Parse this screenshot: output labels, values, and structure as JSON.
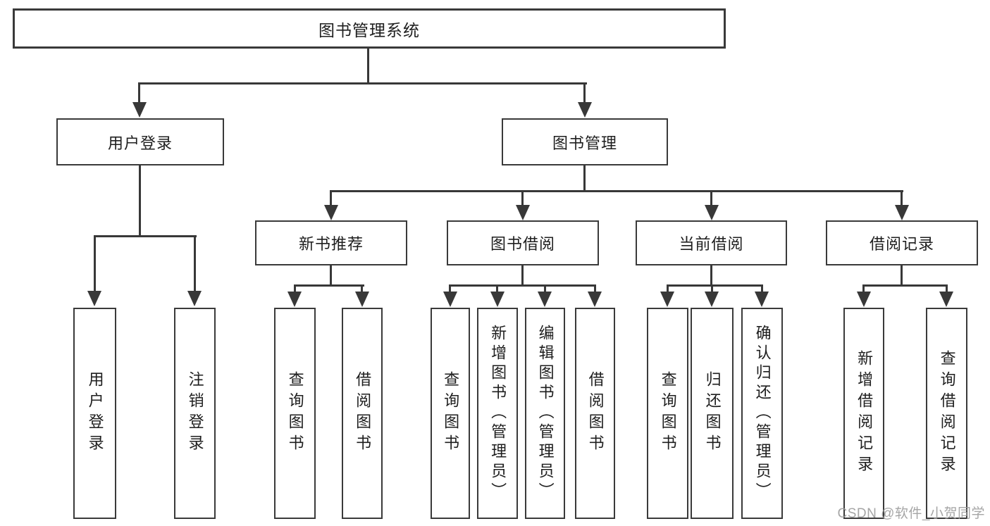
{
  "diagram": {
    "type": "hierarchy-tree",
    "root": {
      "label": "图书管理系统"
    },
    "level2": [
      {
        "id": "user-login",
        "label": "用户登录",
        "parent": "root"
      },
      {
        "id": "book-management",
        "label": "图书管理",
        "parent": "root"
      }
    ],
    "level3": [
      {
        "id": "new-book-recommend",
        "label": "新书推荐",
        "parent": "book-management"
      },
      {
        "id": "book-borrow",
        "label": "图书借阅",
        "parent": "book-management"
      },
      {
        "id": "current-borrow",
        "label": "当前借阅",
        "parent": "book-management"
      },
      {
        "id": "borrow-records",
        "label": "借阅记录",
        "parent": "book-management"
      }
    ],
    "leaves": [
      {
        "id": "leaf-user-login",
        "label": "用户登录",
        "parent": "user-login"
      },
      {
        "id": "leaf-logout",
        "label": "注销登录",
        "parent": "user-login"
      },
      {
        "id": "leaf-query-books-recommend",
        "label": "查询图书",
        "parent": "new-book-recommend"
      },
      {
        "id": "leaf-borrow-books-recommend",
        "label": "借阅图书",
        "parent": "new-book-recommend"
      },
      {
        "id": "leaf-query-books-borrow",
        "label": "查询图书",
        "parent": "book-borrow"
      },
      {
        "id": "leaf-add-books-admin",
        "label": "新增图书（管理员）",
        "parent": "book-borrow"
      },
      {
        "id": "leaf-edit-books-admin",
        "label": "编辑图书（管理员）",
        "parent": "book-borrow"
      },
      {
        "id": "leaf-borrow-books",
        "label": "借阅图书",
        "parent": "book-borrow"
      },
      {
        "id": "leaf-query-books-current",
        "label": "查询图书",
        "parent": "current-borrow"
      },
      {
        "id": "leaf-return-books",
        "label": "归还图书",
        "parent": "current-borrow"
      },
      {
        "id": "leaf-confirm-return-admin",
        "label": "确认归还（管理员）",
        "parent": "current-borrow"
      },
      {
        "id": "leaf-add-borrow-record",
        "label": "新增借阅记录",
        "parent": "borrow-records"
      },
      {
        "id": "leaf-query-borrow-record",
        "label": "查询借阅记录",
        "parent": "borrow-records"
      }
    ]
  },
  "watermark": {
    "text": "CSDN @软件_小贺同学"
  },
  "colors": {
    "background": "#ffffff",
    "box_background": "#ffffff",
    "box_border": "#3a3a3a",
    "line": "#383838",
    "text": "#1e1e1e",
    "watermark": "#9c9c9c"
  }
}
